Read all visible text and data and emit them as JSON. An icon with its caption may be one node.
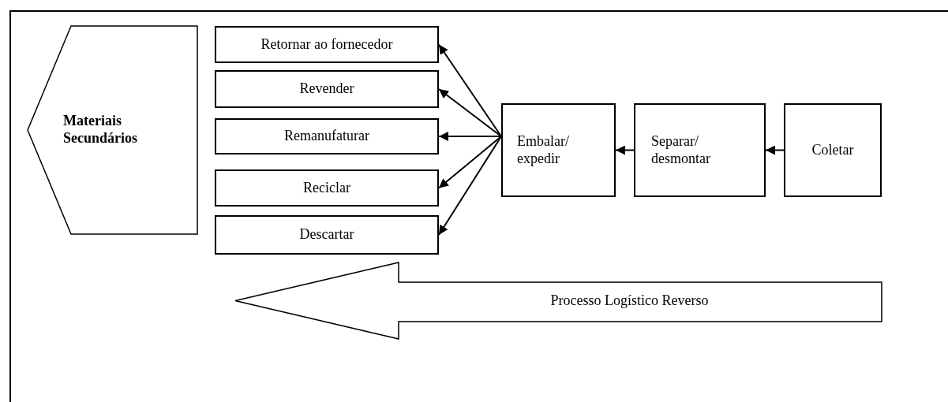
{
  "diagram": {
    "nodes": [
      {
        "text": [
          "Materiais Secundários"
        ]
      },
      {
        "text": [
          "Retornar ao fornecedor"
        ]
      },
      {
        "text": [
          "Revender"
        ]
      },
      {
        "text": [
          "Remanufaturar"
        ]
      },
      {
        "text": [
          "Reciclar"
        ]
      },
      {
        "text": [
          "Descartar"
        ]
      },
      {
        "text": [
          "Embalar/ expedir"
        ]
      },
      {
        "text": [
          "Separar/ desmontar"
        ]
      },
      {
        "text": [
          "Coletar"
        ]
      },
      {
        "text": [
          "Processo Logístico Reverso"
        ]
      }
    ],
    "edges": [
      {
        "from": 8,
        "to": 7,
        "arrow": "to"
      },
      {
        "from": 7,
        "to": 6,
        "arrow": "to"
      },
      {
        "from": 6,
        "to": 1,
        "arrow": "to"
      },
      {
        "from": 6,
        "to": 2,
        "arrow": "to"
      },
      {
        "from": 6,
        "to": 3,
        "arrow": "to"
      },
      {
        "from": 6,
        "to": 4,
        "arrow": "to"
      },
      {
        "from": 6,
        "to": 5,
        "arrow": "to"
      }
    ]
  }
}
